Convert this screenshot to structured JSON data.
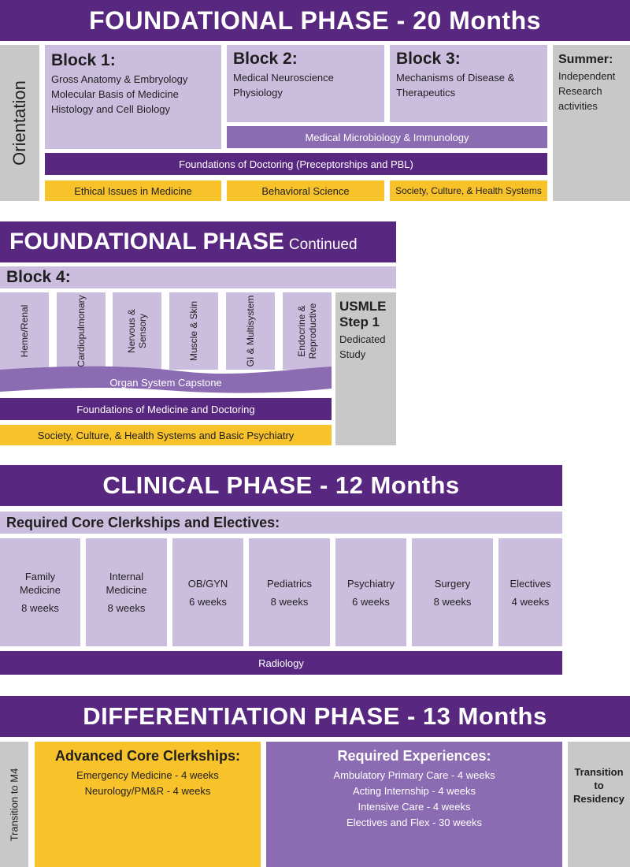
{
  "foundational": {
    "title": "FOUNDATIONAL PHASE - 20 Months",
    "orientation": "Orientation",
    "block1": {
      "title": "Block 1:",
      "items": [
        "Gross Anatomy & Embryology",
        "Molecular Basis of Medicine",
        "Histology and Cell Biology"
      ]
    },
    "block2": {
      "title": "Block 2:",
      "items": [
        "Medical Neuroscience",
        "Physiology"
      ]
    },
    "block3": {
      "title": "Block 3:",
      "items": [
        "Mechanisms of Disease &",
        "Therapeutics"
      ]
    },
    "summer": {
      "title": "Summer:",
      "items": [
        "Independent",
        "Research",
        "activities"
      ]
    },
    "microbiology": "Medical Microbiology & Immunology",
    "doctoring": "Foundations of Doctoring (Preceptorships and PBL)",
    "ethics": "Ethical Issues in Medicine",
    "behavioral": "Behavioral Science",
    "society": "Society, Culture, & Health Systems"
  },
  "continued": {
    "title": "FOUNDATIONAL PHASE",
    "subtitle": "Continued",
    "block4": "Block 4:",
    "systems": [
      "Heme/Renal",
      "Cardiopulmonary",
      "Nervous &\nSensory",
      "Muscle & Skin",
      "GI & Multisystem",
      "Endocrine &\nReproductive"
    ],
    "capstone": "Organ System Capstone",
    "usmle": {
      "title1": "USMLE",
      "title2": "Step 1",
      "line1": "Dedicated",
      "line2": "Study"
    },
    "foundations": "Foundations of Medicine and Doctoring",
    "society": "Society, Culture, & Health Systems and Basic Psychiatry"
  },
  "clinical": {
    "title": "CLINICAL PHASE - 12 Months",
    "subtitle": "Required Core Clerkships and Electives:",
    "clerkships": [
      {
        "name": "Family\nMedicine",
        "weeks": "8 weeks"
      },
      {
        "name": "Internal\nMedicine",
        "weeks": "8 weeks"
      },
      {
        "name": "OB/GYN",
        "weeks": "6 weeks"
      },
      {
        "name": "Pediatrics",
        "weeks": "8 weeks"
      },
      {
        "name": "Psychiatry",
        "weeks": "6 weeks"
      },
      {
        "name": "Surgery",
        "weeks": "8 weeks"
      },
      {
        "name": "Electives",
        "weeks": "4 weeks"
      }
    ],
    "radiology": "Radiology"
  },
  "differentiation": {
    "title": "DIFFERENTIATION PHASE - 13 Months",
    "transition_m4": "Transition to M4",
    "advanced": {
      "title": "Advanced Core Clerkships:",
      "items": [
        "Emergency Medicine - 4 weeks",
        "Neurology/PM&R - 4 weeks"
      ]
    },
    "required": {
      "title": "Required Experiences:",
      "items": [
        "Ambulatory Primary Care - 4 weeks",
        "Acting Internship - 4 weeks",
        "Intensive Care - 4 weeks",
        "Electives and Flex - 30 weeks"
      ]
    },
    "residency": [
      "Transition",
      "to",
      "Residency"
    ]
  }
}
